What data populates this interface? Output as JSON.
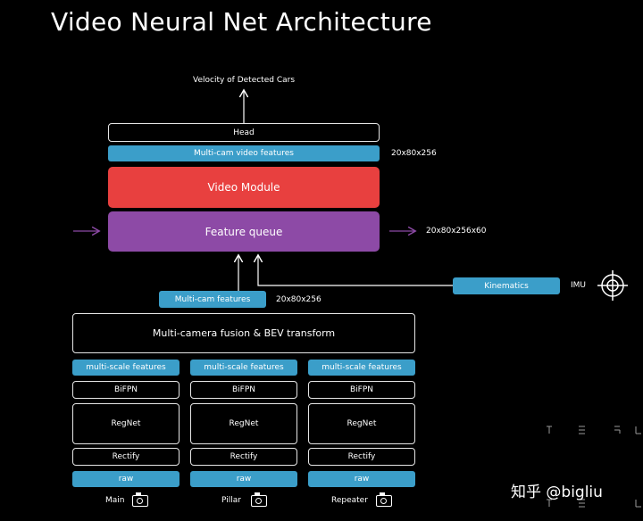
{
  "title": "Video Neural Net Architecture",
  "output_label": "Velocity of Detected Cars",
  "head_label": "Head",
  "multicam_video_features": "Multi-cam video features",
  "multicam_video_dims": "20x80x256",
  "video_module": "Video Module",
  "feature_queue": "Feature queue",
  "feature_queue_dims": "20x80x256x60",
  "multicam_features": "Multi-cam features",
  "multicam_features_dims": "20x80x256",
  "kinematics": "Kinematics",
  "imu": "IMU",
  "fusion_label": "Multi-camera fusion & BEV transform",
  "columns": [
    {
      "features": "multi-scale features",
      "bifpn": "BiFPN",
      "regnet": "RegNet",
      "rectify": "Rectify",
      "raw": "raw",
      "camera": "Main"
    },
    {
      "features": "multi-scale features",
      "bifpn": "BiFPN",
      "regnet": "RegNet",
      "rectify": "Rectify",
      "raw": "raw",
      "camera": "Pillar"
    },
    {
      "features": "multi-scale features",
      "bifpn": "BiFPN",
      "regnet": "RegNet",
      "rectify": "Rectify",
      "raw": "raw",
      "camera": "Repeater"
    }
  ],
  "watermark": "知乎 @bigliu",
  "colors": {
    "blue": "#3b9ec9",
    "red": "#e8403f",
    "purple": "#8d4aa6",
    "background": "#000000"
  }
}
